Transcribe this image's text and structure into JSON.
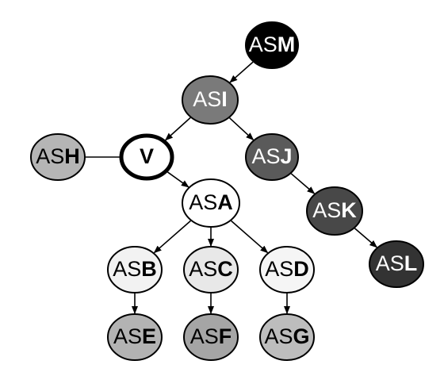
{
  "diagram": {
    "nodes": [
      {
        "id": "ASM",
        "prefix": "AS",
        "suffix": "M",
        "fill": "#000000",
        "text_color": "#ffffff"
      },
      {
        "id": "ASI",
        "prefix": "AS",
        "suffix": "I",
        "fill": "#7a7a7a",
        "text_color": "#ffffff"
      },
      {
        "id": "ASH",
        "prefix": "AS",
        "suffix": "H",
        "fill": "#b5b5b5",
        "text_color": "#000000"
      },
      {
        "id": "V",
        "prefix": "",
        "suffix": "V",
        "fill": "#ffffff",
        "text_color": "#000000"
      },
      {
        "id": "ASJ",
        "prefix": "AS",
        "suffix": "J",
        "fill": "#5a5a5a",
        "text_color": "#ffffff"
      },
      {
        "id": "ASA",
        "prefix": "AS",
        "suffix": "A",
        "fill": "#ffffff",
        "text_color": "#000000"
      },
      {
        "id": "ASK",
        "prefix": "AS",
        "suffix": "K",
        "fill": "#484848",
        "text_color": "#ffffff"
      },
      {
        "id": "ASB",
        "prefix": "AS",
        "suffix": "B",
        "fill": "#f2f2f2",
        "text_color": "#000000"
      },
      {
        "id": "ASC",
        "prefix": "AS",
        "suffix": "C",
        "fill": "#e8e8e8",
        "text_color": "#000000"
      },
      {
        "id": "ASD",
        "prefix": "AS",
        "suffix": "D",
        "fill": "#f5f5f5",
        "text_color": "#000000"
      },
      {
        "id": "ASL",
        "prefix": "AS",
        "suffix": "L",
        "fill": "#333333",
        "text_color": "#ffffff"
      },
      {
        "id": "ASE",
        "prefix": "AS",
        "suffix": "E",
        "fill": "#b3b3b3",
        "text_color": "#000000"
      },
      {
        "id": "ASF",
        "prefix": "AS",
        "suffix": "F",
        "fill": "#a5a5a5",
        "text_color": "#000000"
      },
      {
        "id": "ASG",
        "prefix": "AS",
        "suffix": "G",
        "fill": "#bdbdbd",
        "text_color": "#000000"
      }
    ],
    "edges": [
      {
        "from": "ASM",
        "to": "ASI",
        "arrow": true
      },
      {
        "from": "ASI",
        "to": "V",
        "arrow": true
      },
      {
        "from": "ASI",
        "to": "ASJ",
        "arrow": true
      },
      {
        "from": "ASH",
        "to": "V",
        "arrow": false
      },
      {
        "from": "V",
        "to": "ASA",
        "arrow": true
      },
      {
        "from": "ASJ",
        "to": "ASK",
        "arrow": true
      },
      {
        "from": "ASK",
        "to": "ASL",
        "arrow": true
      },
      {
        "from": "ASA",
        "to": "ASB",
        "arrow": true
      },
      {
        "from": "ASA",
        "to": "ASC",
        "arrow": true
      },
      {
        "from": "ASA",
        "to": "ASD",
        "arrow": true
      },
      {
        "from": "ASB",
        "to": "ASE",
        "arrow": true
      },
      {
        "from": "ASC",
        "to": "ASF",
        "arrow": true
      },
      {
        "from": "ASD",
        "to": "ASG",
        "arrow": true
      }
    ]
  }
}
